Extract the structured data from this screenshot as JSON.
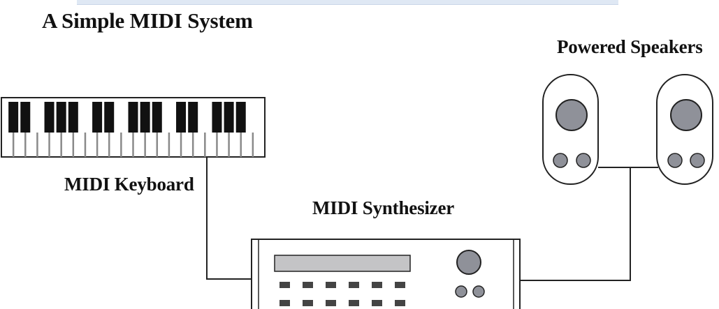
{
  "title": "A Simple MIDI System",
  "labels": {
    "powered_speakers": "Powered Speakers",
    "midi_keyboard": "MIDI Keyboard",
    "midi_synthesizer": "MIDI Synthesizer"
  },
  "colors": {
    "line": "#222222",
    "speaker_grey": "#8f9199",
    "screen_grey": "#c4c4c6",
    "key_black": "#111111",
    "key_shadow": "#8a8a8a"
  },
  "icons": [
    "piano-keyboard-icon",
    "synthesizer-icon",
    "speaker-icon"
  ]
}
